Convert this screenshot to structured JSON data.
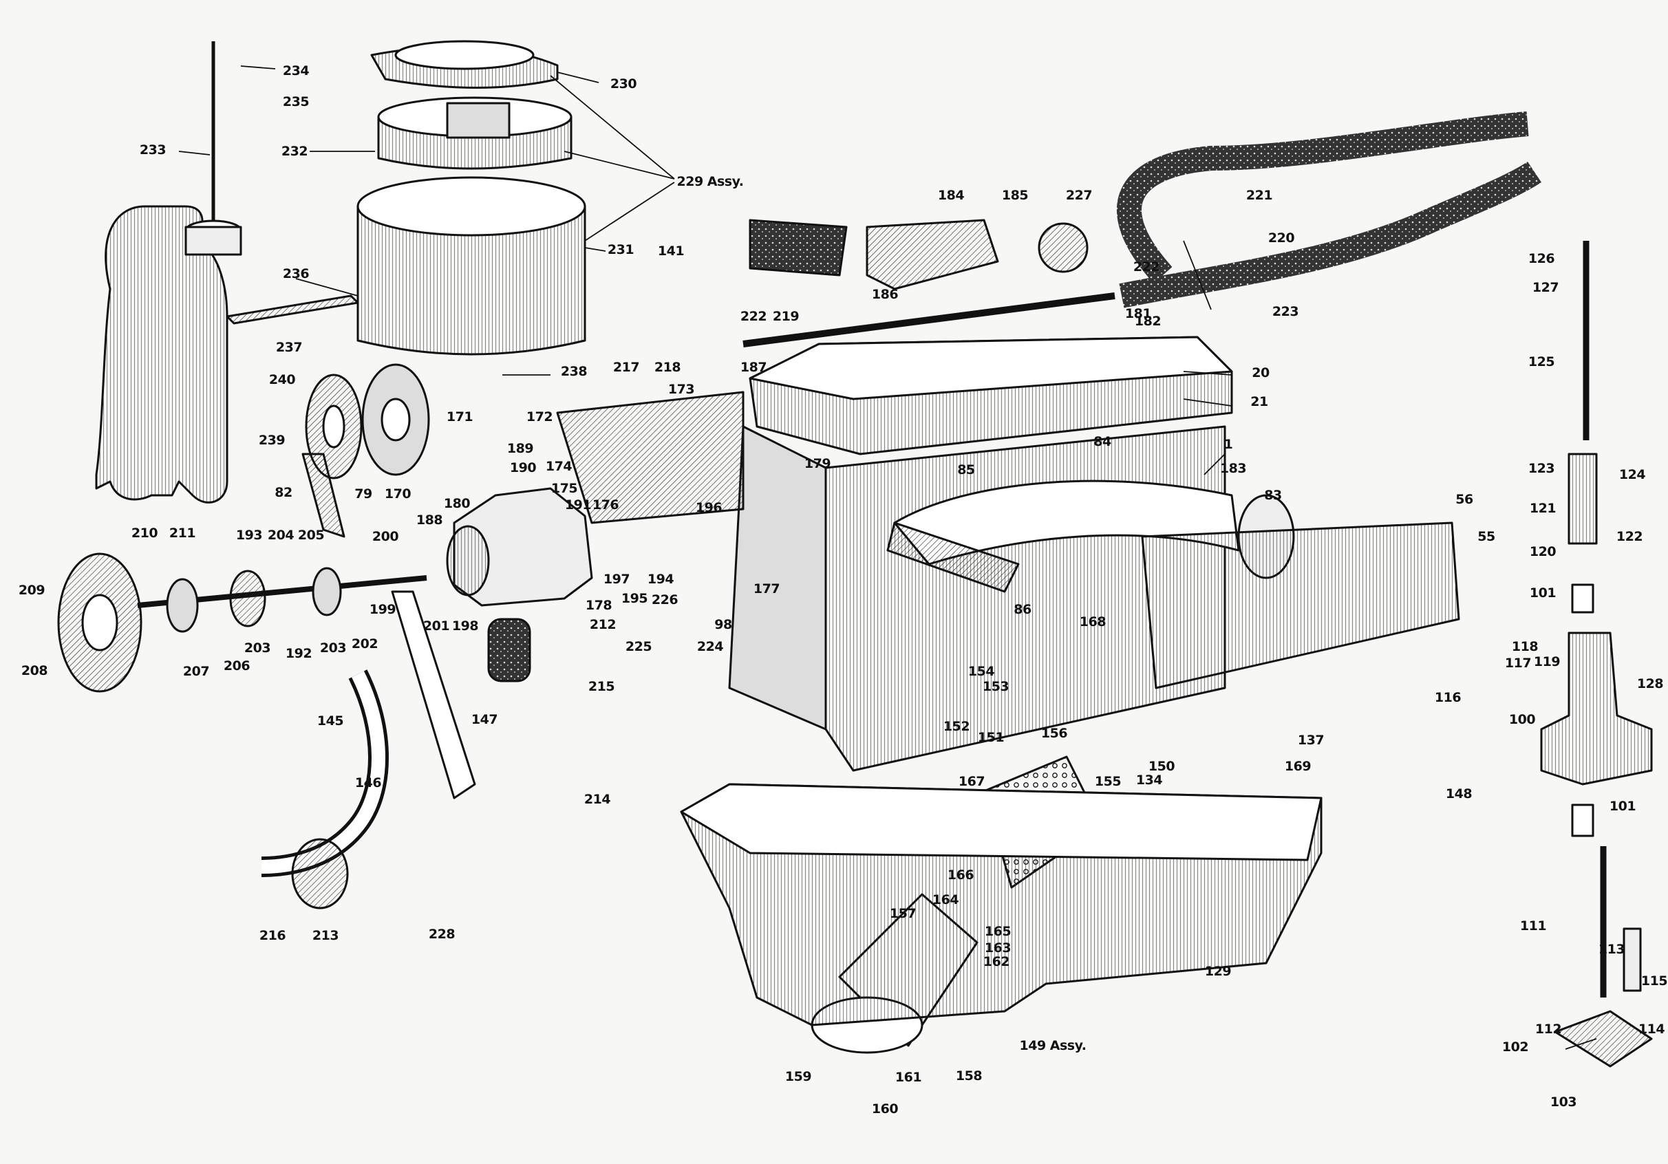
{
  "diagram": {
    "colors": {
      "ink": "#111111",
      "paper": "#f7f7f5",
      "shade": "#8a8a8a"
    },
    "labels": [
      "234",
      "235",
      "233",
      "232",
      "230",
      "229 Assy.",
      "231",
      "236",
      "237",
      "240",
      "239",
      "238",
      "171",
      "82",
      "79",
      "170",
      "189",
      "190",
      "172",
      "173",
      "141",
      "217",
      "218",
      "222",
      "219",
      "187",
      "184",
      "185",
      "227",
      "186",
      "221",
      "222",
      "220",
      "223",
      "181",
      "182",
      "20",
      "21",
      "1",
      "84",
      "85",
      "179",
      "183",
      "83",
      "56",
      "55",
      "174",
      "175",
      "176",
      "180",
      "191",
      "188",
      "196",
      "193",
      "204",
      "205",
      "200",
      "210",
      "211",
      "209",
      "208",
      "207",
      "206",
      "203",
      "192",
      "203",
      "202",
      "199",
      "201",
      "198",
      "178",
      "197",
      "195",
      "194",
      "177",
      "226",
      "212",
      "98",
      "225",
      "224",
      "215",
      "145",
      "147",
      "146",
      "214",
      "216",
      "213",
      "228",
      "86",
      "168",
      "154",
      "153",
      "152",
      "151",
      "156",
      "150",
      "137",
      "169",
      "167",
      "155",
      "134",
      "166",
      "157",
      "164",
      "165",
      "163",
      "162",
      "129",
      "149 Assy.",
      "159",
      "161",
      "158",
      "160",
      "126",
      "127",
      "125",
      "123",
      "124",
      "121",
      "122",
      "120",
      "101",
      "118",
      "117",
      "119",
      "116",
      "128",
      "100",
      "148",
      "101",
      "111",
      "113",
      "115",
      "112",
      "114",
      "102",
      "103"
    ]
  }
}
